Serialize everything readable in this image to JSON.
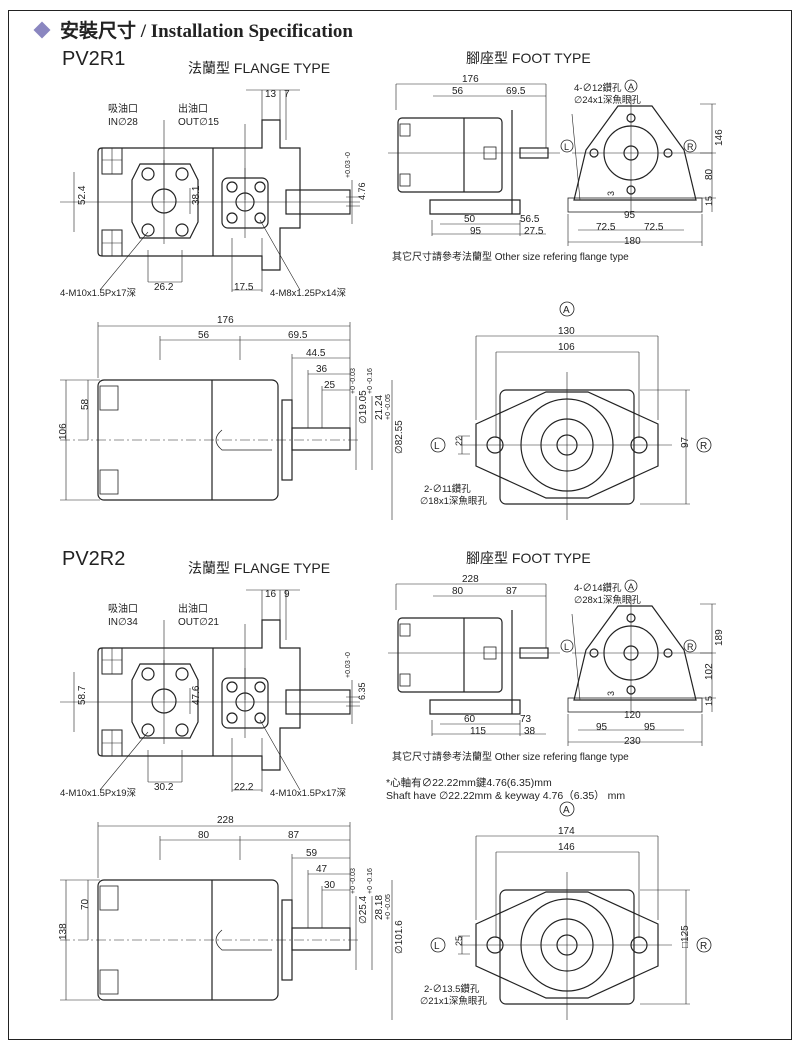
{
  "header": {
    "title": "安裝尺寸 / Installation Specification"
  },
  "pv2r1": {
    "model": "PV2R1",
    "flange_label": "法蘭型  FLANGE TYPE",
    "foot_label": "腳座型  FOOT TYPE",
    "flange_front": {
      "inlet_cn": "吸油口",
      "inlet": "IN∅28",
      "outlet_cn": "出油口",
      "outlet": "OUT∅15",
      "dim_13": "13",
      "dim_7": "7",
      "dim_52_4": "52.4",
      "dim_38_1": "38.1",
      "dim_26_2": "26.2",
      "dim_17_5": "17.5",
      "key_w": "4.76",
      "key_tol": "+0.03 -0",
      "bolt_in": "4-M10x1.5Px17深",
      "bolt_out": "4-M8x1.25Px14深"
    },
    "foot_side": {
      "d176": "176",
      "d56": "56",
      "d69_5": "69.5",
      "d50": "50",
      "d95": "95",
      "d56_5": "56.5",
      "d27_5": "27.5"
    },
    "foot_front": {
      "holes1": "4-∅12鑽孔",
      "holes2": "∅24x1深魚眼孔",
      "A": "A",
      "L": "L",
      "R": "R",
      "d146": "146",
      "d80": "80",
      "d15": "15",
      "d3": "3",
      "d95": "95",
      "d72_5a": "72.5",
      "d72_5b": "72.5",
      "d180": "180"
    },
    "foot_note": "其它尺寸請參考法蘭型   Other size refering flange type",
    "side": {
      "d176": "176",
      "d56": "56",
      "d69_5": "69.5",
      "d44_5": "44.5",
      "d36": "36",
      "d25": "25",
      "d58": "58",
      "d106": "106",
      "shaft": "∅19.05",
      "shaft_tol": "+0 -0.03",
      "key": "21.24",
      "key_tol": "+0 -0.16",
      "pilot": "∅82.55",
      "pilot_tol": "+0 -0.05"
    },
    "end": {
      "A": "A",
      "L": "L",
      "R": "R",
      "d130": "130",
      "d106": "106",
      "d22": "22",
      "d97": "97",
      "holes1": "2-∅11鑽孔",
      "holes2": "∅18x1深魚眼孔"
    }
  },
  "pv2r2": {
    "model": "PV2R2",
    "flange_label": "法蘭型  FLANGE TYPE",
    "foot_label": "腳座型  FOOT TYPE",
    "flange_front": {
      "inlet_cn": "吸油口",
      "inlet": "IN∅34",
      "outlet_cn": "出油口",
      "outlet": "OUT∅21",
      "dim_13": "16",
      "dim_7": "9",
      "dim_52_4": "58.7",
      "dim_38_1": "47.6",
      "dim_26_2": "30.2",
      "dim_17_5": "22.2",
      "key_w": "6.35",
      "key_tol": "+0.03 -0",
      "bolt_in": "4-M10x1.5Px19深",
      "bolt_out": "4-M10x1.5Px17深"
    },
    "foot_side": {
      "d176": "228",
      "d56": "80",
      "d69_5": "87",
      "d50": "60",
      "d95": "115",
      "d56_5": "73",
      "d27_5": "38"
    },
    "foot_front": {
      "holes1": "4-∅14鑽孔",
      "holes2": "∅28x1深魚眼孔",
      "A": "A",
      "L": "L",
      "R": "R",
      "d146": "189",
      "d80": "102",
      "d15": "15",
      "d3": "3",
      "d95": "120",
      "d72_5a": "95",
      "d72_5b": "95",
      "d180": "230"
    },
    "foot_note": "其它尺寸請參考法蘭型   Other size refering flange type",
    "shaft_note_cn": "*心軸有∅22.22mm鍵4.76(6.35)mm",
    "shaft_note_en": "Shaft have ∅22.22mm & keyway 4.76（6.35） mm",
    "side": {
      "d176": "228",
      "d56": "80",
      "d69_5": "87",
      "d44_5": "59",
      "d36": "47",
      "d25": "30",
      "d58": "70",
      "d106": "138",
      "shaft": "∅25.4",
      "shaft_tol": "+0 -0.03",
      "key": "28.18",
      "key_tol": "+0 -0.16",
      "pilot": "∅101.6",
      "pilot_tol": "+0 -0.05"
    },
    "end": {
      "A": "A",
      "L": "L",
      "R": "R",
      "d130": "174",
      "d106": "146",
      "d22": "25",
      "d97": "□125",
      "holes1": "2-∅13.5鑽孔",
      "holes2": "∅21x1深魚眼孔"
    }
  }
}
